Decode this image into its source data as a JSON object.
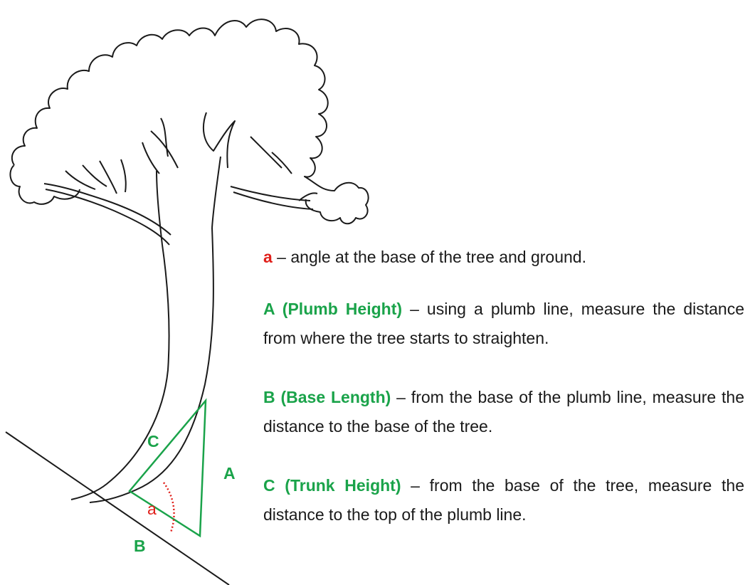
{
  "diagram": {
    "labels": {
      "a": "a",
      "A": "A",
      "B": "B",
      "C": "C"
    },
    "colors": {
      "green": "#1aa34a",
      "red": "#e0201b",
      "outline": "#1a1a1a"
    }
  },
  "legend": [
    {
      "key": "a",
      "text": " – angle at the base of the tree and ground."
    },
    {
      "key": "A (Plumb Height)",
      "text": " – using a plumb line, measure the distance from where the tree starts to straighten."
    },
    {
      "key": "B (Base Length)",
      "text": " – from the base of the plumb line, measure the distance to the base of the tree."
    },
    {
      "key": "C (Trunk Height)",
      "text": " – from the base of the tree, measure the distance to the top of the plumb line."
    }
  ]
}
